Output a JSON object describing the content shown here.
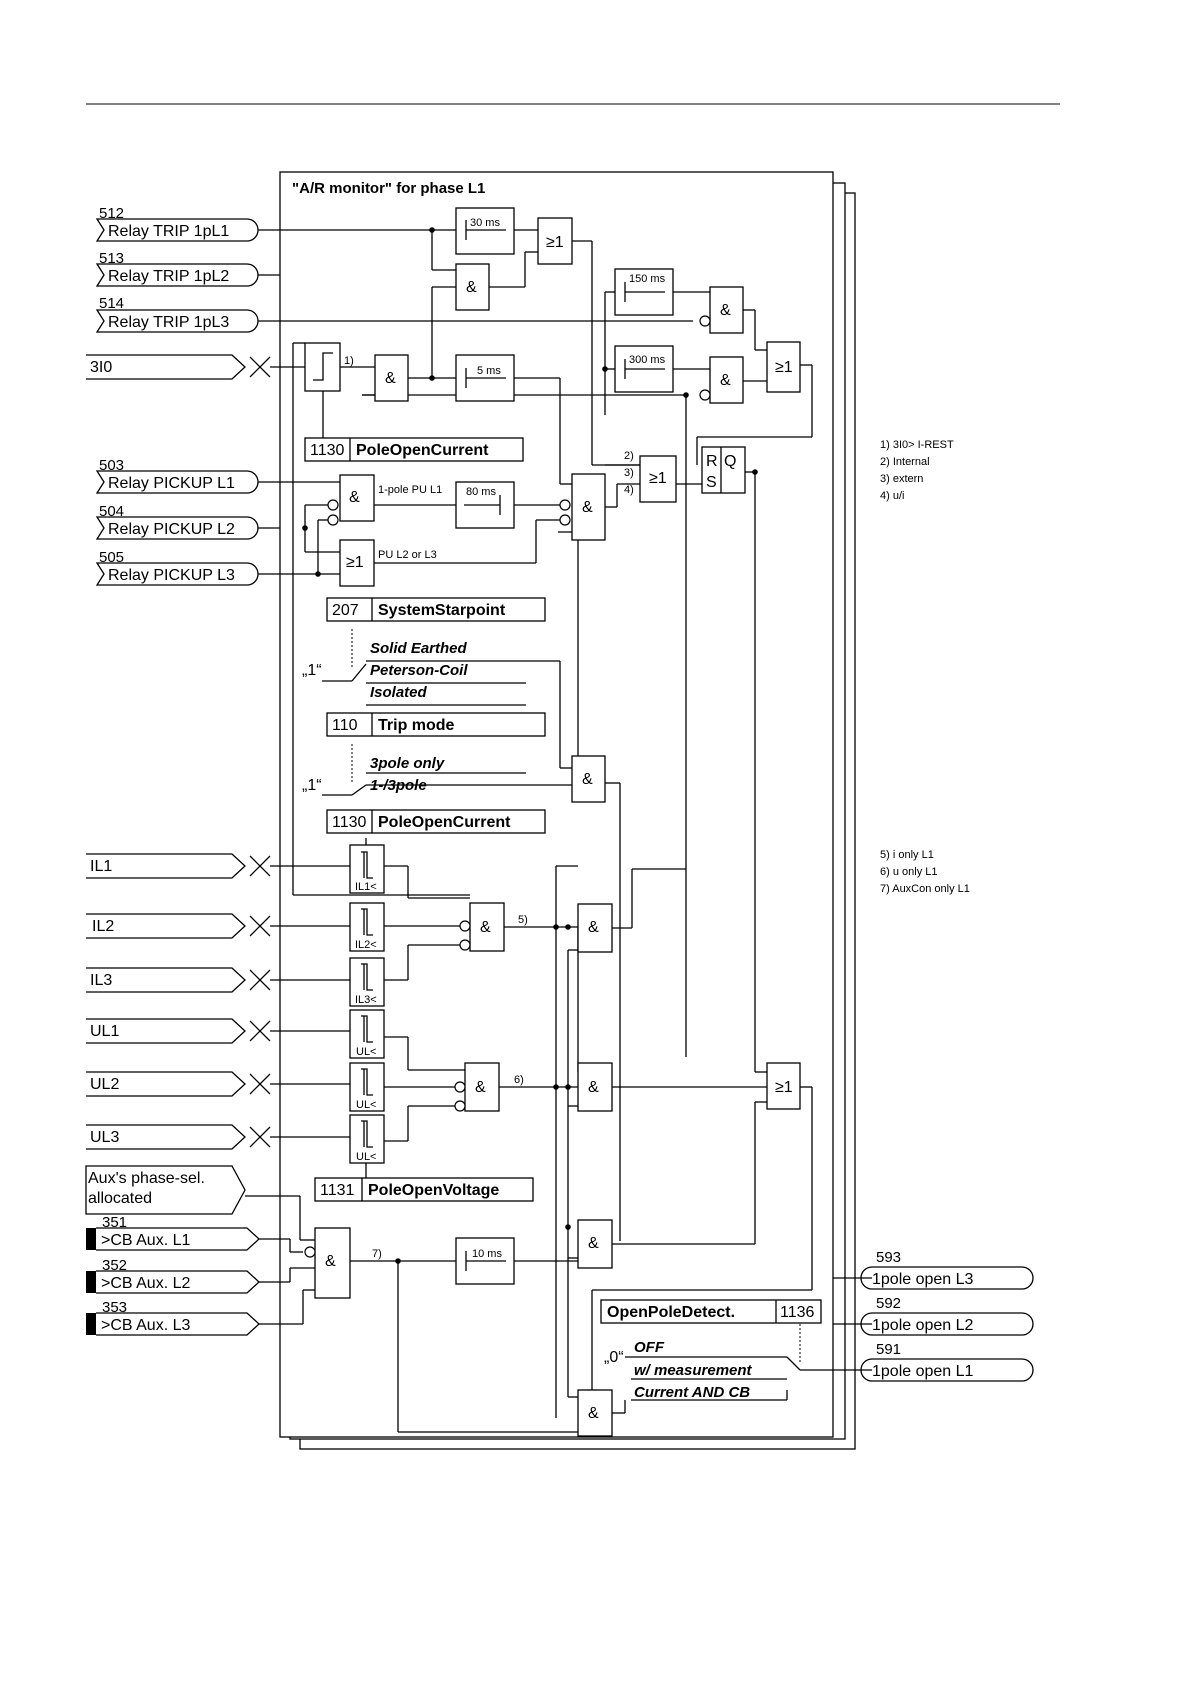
{
  "title": "\"A/R monitor\" for phase L1",
  "inputs": [
    {
      "num": "512",
      "label": "Relay TRIP 1pL1"
    },
    {
      "num": "513",
      "label": "Relay TRIP 1pL2"
    },
    {
      "num": "514",
      "label": "Relay TRIP 1pL3"
    },
    {
      "num": "",
      "label": "3I0"
    },
    {
      "num": "503",
      "label": "Relay PICKUP L1"
    },
    {
      "num": "504",
      "label": "Relay PICKUP L2"
    },
    {
      "num": "505",
      "label": "Relay PICKUP L3"
    },
    {
      "num": "",
      "label": "IL1"
    },
    {
      "num": "",
      "label": "IL2"
    },
    {
      "num": "",
      "label": "IL3"
    },
    {
      "num": "",
      "label": "UL1"
    },
    {
      "num": "",
      "label": "UL2"
    },
    {
      "num": "",
      "label": "UL3"
    },
    {
      "num": "",
      "label": "Aux's phase-sel.",
      "label2": "allocated"
    },
    {
      "num": "351",
      "label": ">CB Aux. L1"
    },
    {
      "num": "352",
      "label": ">CB Aux. L2"
    },
    {
      "num": "353",
      "label": ">CB Aux. L3"
    }
  ],
  "outputs": [
    {
      "num": "593",
      "label": "1pole open L3"
    },
    {
      "num": "592",
      "label": "1pole open L2"
    },
    {
      "num": "591",
      "label": "1pole open L1"
    }
  ],
  "timers": {
    "t30": "30 ms",
    "t150": "150 ms",
    "t300": "300 ms",
    "t5": "5 ms",
    "t80": "80 ms",
    "t10": "10 ms"
  },
  "gates": {
    "and": "&",
    "or": "≥1",
    "r": "R",
    "s": "S",
    "q": "Q"
  },
  "labels": {
    "pu_l1": "1-pole PU L1",
    "pu_l23": "PU L2 or L3",
    "il1": "IL1<",
    "il2": "IL2<",
    "il3": "IL3<",
    "ul": "UL<",
    "m1": "1)",
    "m2": "2)",
    "m3": "3)",
    "m4": "4)",
    "m5": "5)",
    "m6": "6)",
    "m7": "7)"
  },
  "params": {
    "p1130a": {
      "num": "1130",
      "name": "PoleOpenCurrent"
    },
    "p207": {
      "num": "207",
      "name": "SystemStarpoint",
      "options": [
        "Solid Earthed",
        "Peterson-Coil",
        "Isolated"
      ],
      "sel": "„1“"
    },
    "p110": {
      "num": "110",
      "name": "Trip mode",
      "options": [
        "3pole only",
        "1-/3pole"
      ],
      "sel": "„1“"
    },
    "p1130b": {
      "num": "1130",
      "name": "PoleOpenCurrent"
    },
    "p1131": {
      "num": "1131",
      "name": "PoleOpenVoltage"
    },
    "p1136": {
      "num": "1136",
      "name": "OpenPoleDetect.",
      "options": [
        "OFF",
        "w/ measurement",
        "Current AND CB"
      ],
      "sel": "„0“"
    }
  },
  "notes1": [
    "1)  3I0> I-REST",
    "2)  Internal",
    "3)  extern",
    "4)  u/i"
  ],
  "notes2": [
    "5)  i only L1",
    "6)  u only L1",
    "7)  AuxCon only L1"
  ]
}
